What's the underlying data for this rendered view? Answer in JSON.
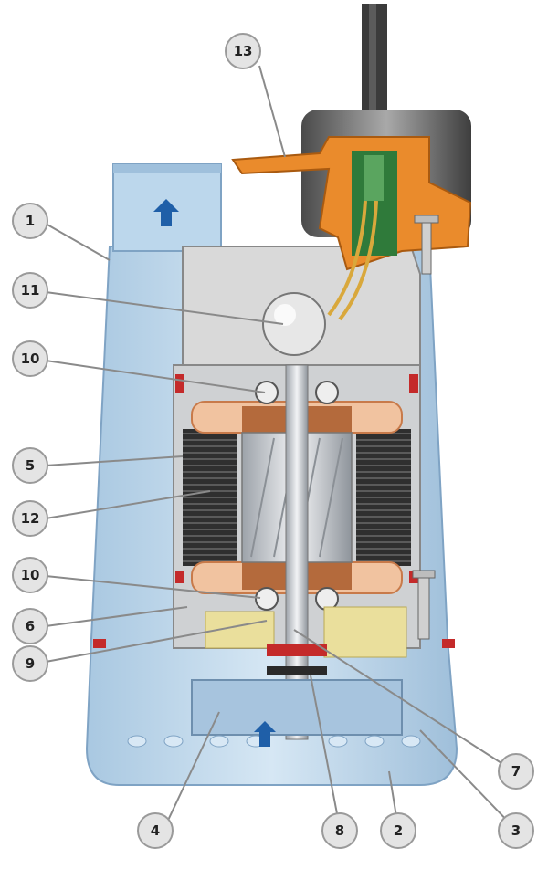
{
  "diagram": {
    "callouts": [
      {
        "id": "c13",
        "label": "13"
      },
      {
        "id": "c1",
        "label": "1"
      },
      {
        "id": "c11",
        "label": "11"
      },
      {
        "id": "c10a",
        "label": "10"
      },
      {
        "id": "c5",
        "label": "5"
      },
      {
        "id": "c12",
        "label": "12"
      },
      {
        "id": "c10b",
        "label": "10"
      },
      {
        "id": "c6",
        "label": "6"
      },
      {
        "id": "c9",
        "label": "9"
      },
      {
        "id": "c4",
        "label": "4"
      },
      {
        "id": "c8",
        "label": "8"
      },
      {
        "id": "c2",
        "label": "2"
      },
      {
        "id": "c3",
        "label": "3"
      },
      {
        "id": "c7",
        "label": "7"
      }
    ],
    "colors": {
      "casing": "#bcd6ea",
      "casing_dark": "#8fb4d2",
      "inner": "#d6d6d6",
      "stator": "#3a3a3a",
      "rotor": "#c9ccd0",
      "copper": "#c87a4a",
      "float": "#e98a2a",
      "oil": "#e9dd9a",
      "seal": "#c42a2a"
    }
  }
}
